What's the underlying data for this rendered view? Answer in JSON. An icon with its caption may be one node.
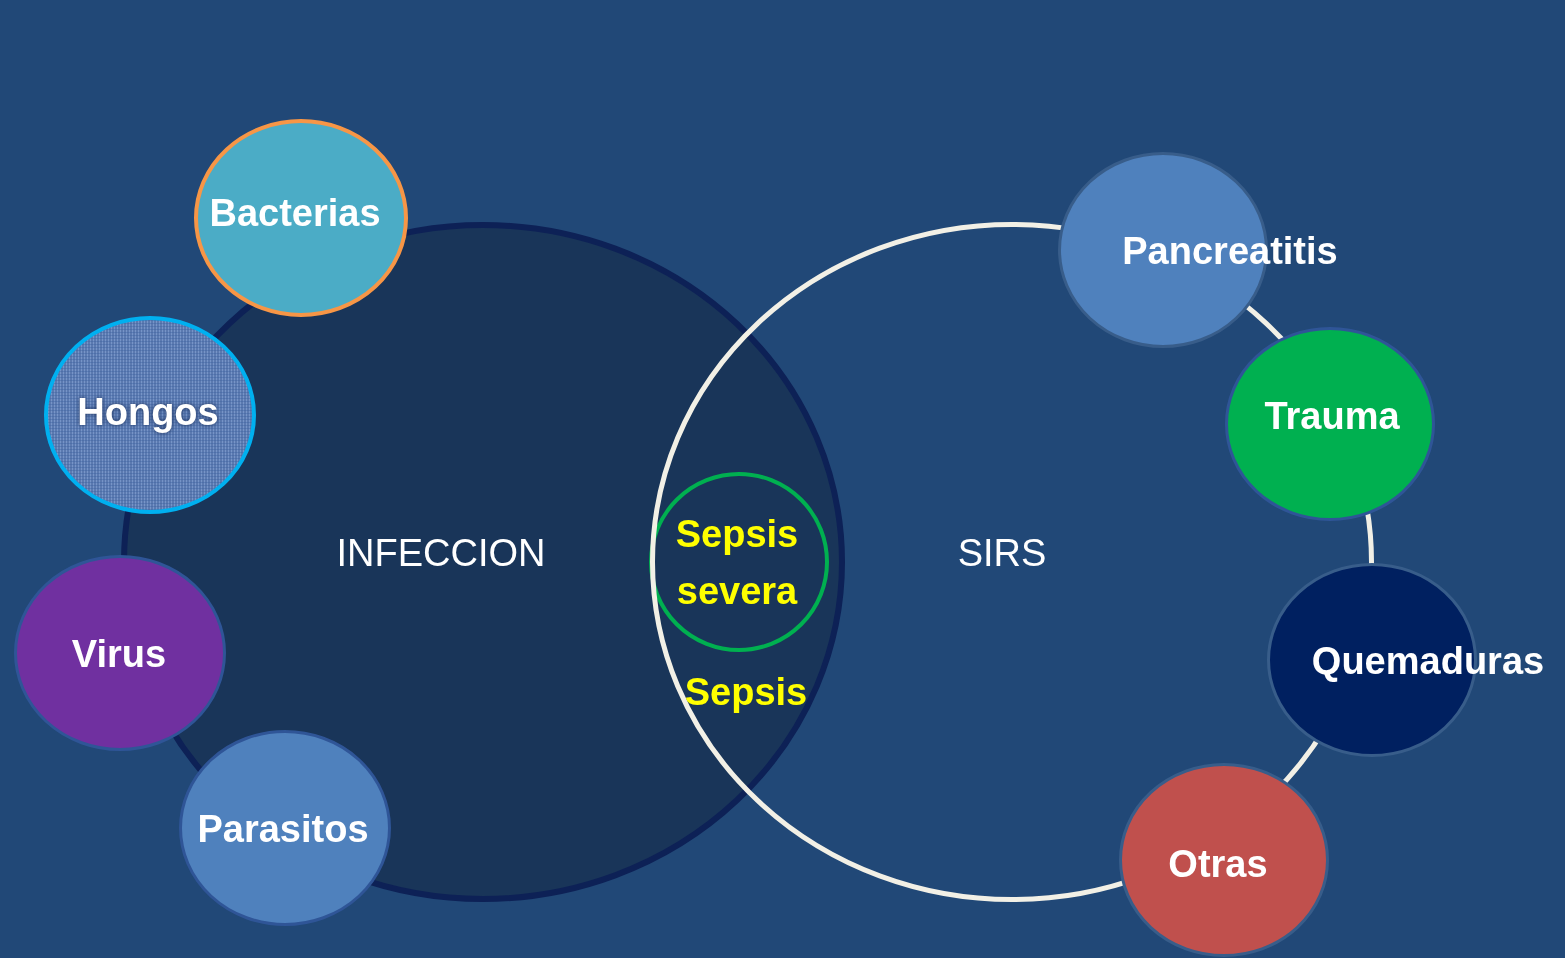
{
  "diagram": {
    "nodes": [
      {
        "text": [
          "INFECCION"
        ]
      },
      {
        "text": [
          "Bacterias"
        ]
      },
      {
        "text": [
          "Hongos"
        ]
      },
      {
        "text": [
          "Virus"
        ]
      },
      {
        "text": [
          "Parasitos"
        ]
      },
      {
        "text": [
          "Sepsis severa"
        ]
      },
      {
        "text": [
          "SIRS"
        ]
      },
      {
        "text": [
          "Pancreatitis"
        ]
      },
      {
        "text": [
          "Trauma"
        ]
      },
      {
        "text": [
          "Quemaduras"
        ]
      },
      {
        "text": [
          "Otras"
        ]
      }
    ],
    "edges": [],
    "labels": [
      "Sepsis"
    ]
  }
}
